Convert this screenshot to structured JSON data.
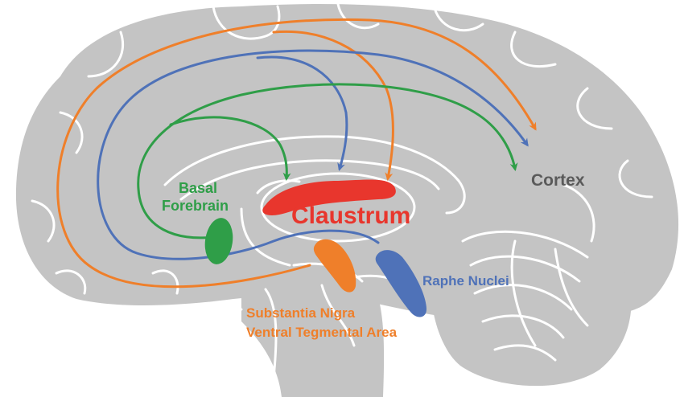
{
  "labels": {
    "cortex": "Cortex",
    "claustrum": "Claustrum",
    "basal_forebrain_line1": "Basal",
    "basal_forebrain_line2": "Forebrain",
    "raphe_nuclei": "Raphe Nuclei",
    "substantia_nigra_line1": "Substantia Nigra",
    "substantia_nigra_line2": "Ventral Tegmental Area"
  },
  "colors": {
    "brain": "#c4c4c4",
    "outline": "#ffffff",
    "claustrum": "#e8362d",
    "basal_forebrain": "#2f9e48",
    "substantia_nigra": "#ef7f2a",
    "raphe_nuclei": "#4f72b8",
    "cortex": "#5a5a5a"
  }
}
